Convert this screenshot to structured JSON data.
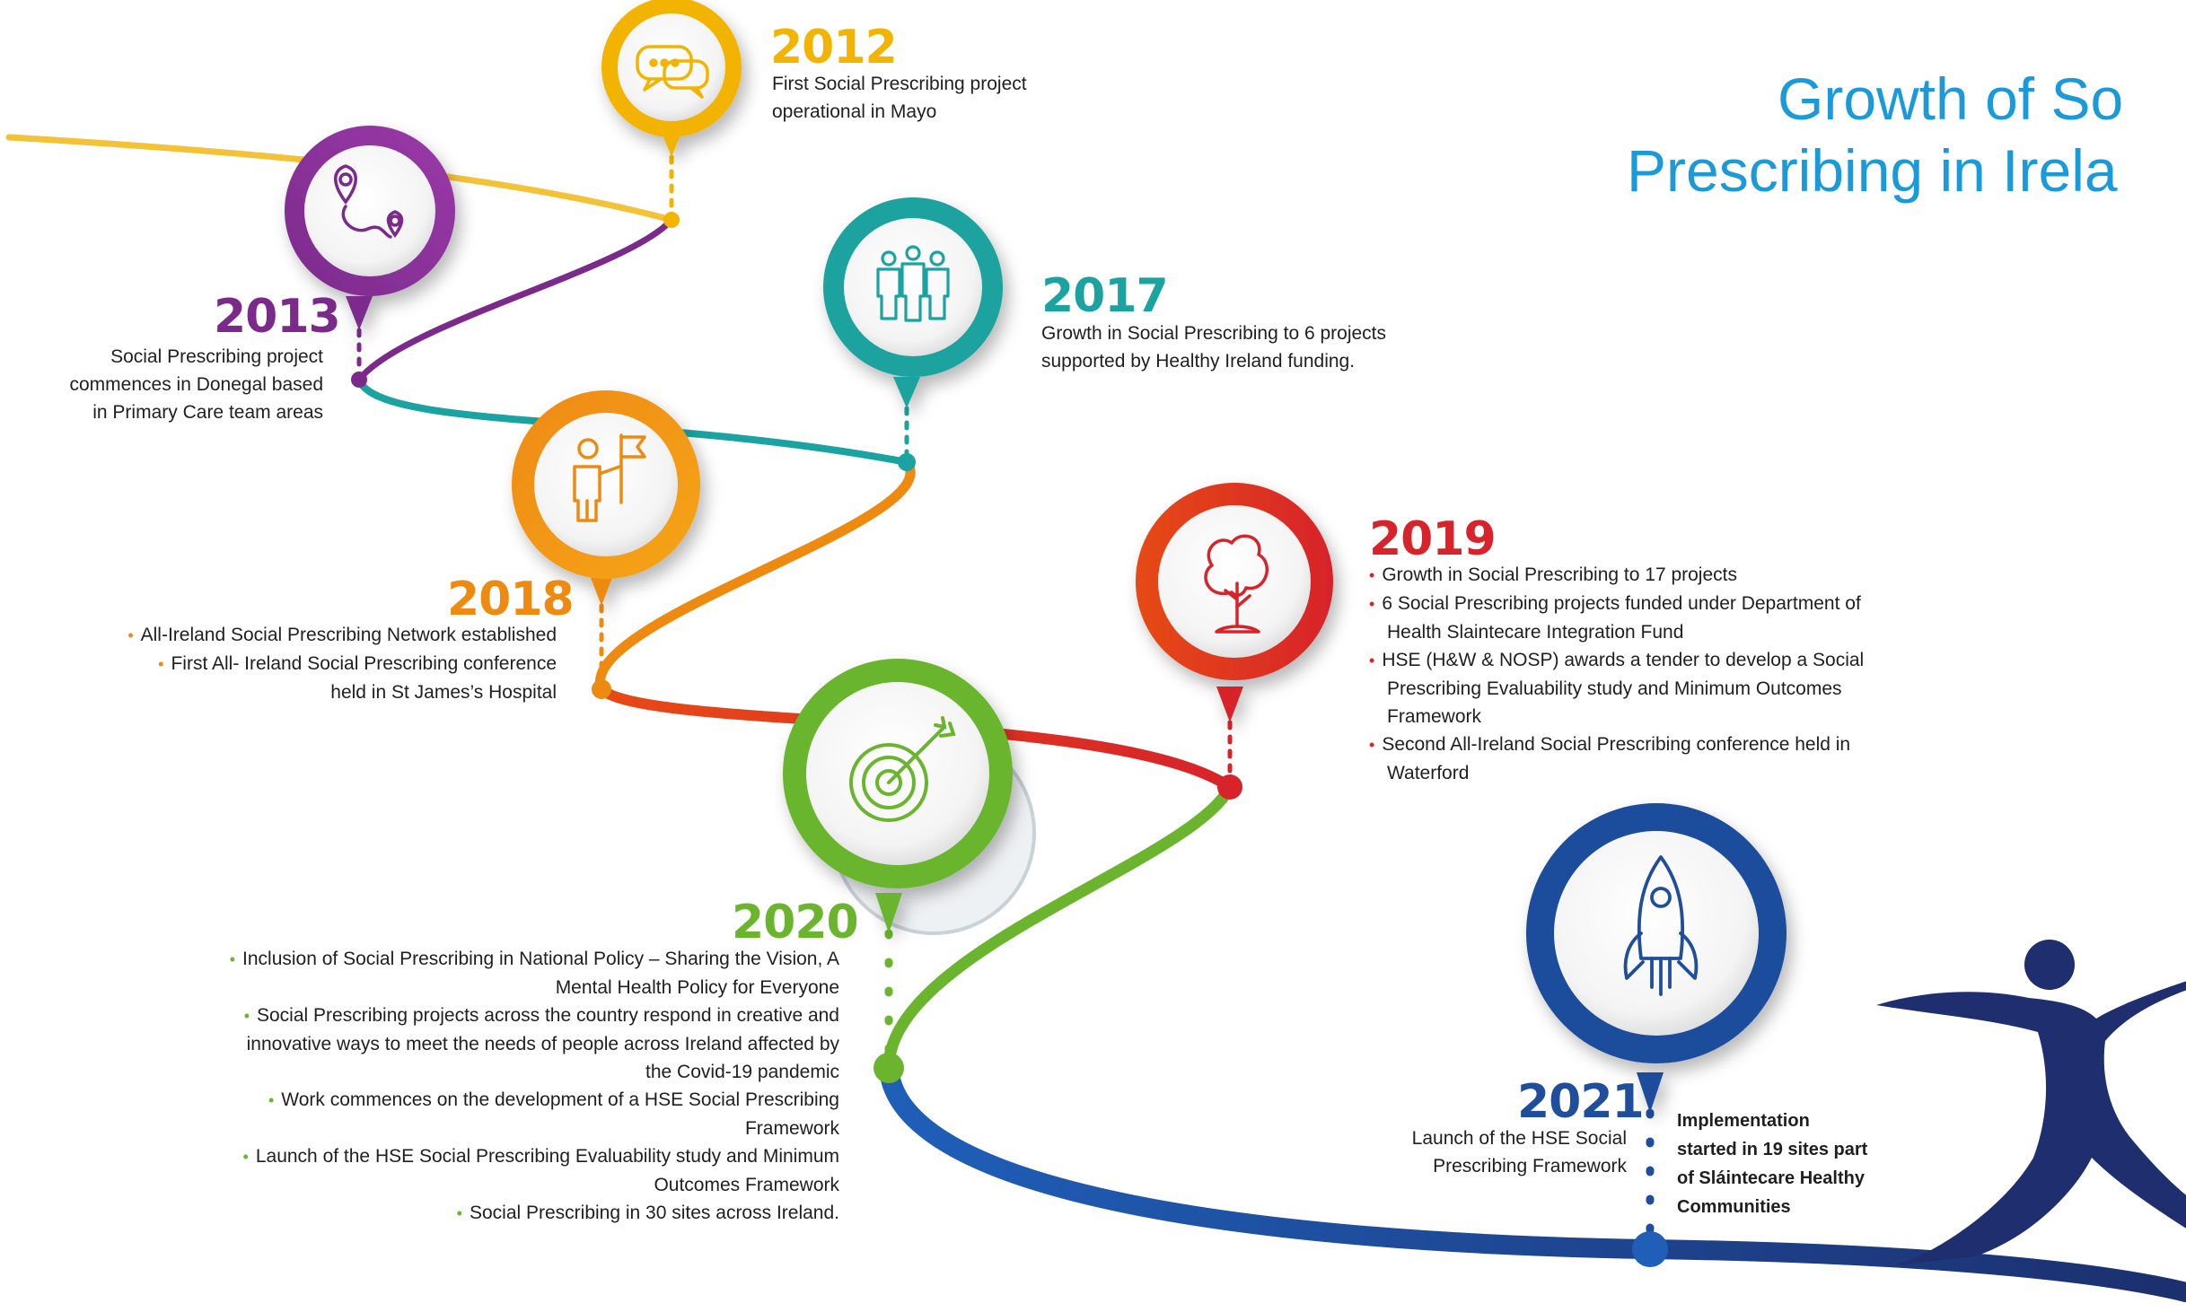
{
  "title": {
    "line1": "Growth of So",
    "line2": "Prescribing in Irela"
  },
  "colors": {
    "title": "#1a9ad9",
    "y2012": "#f2b400",
    "y2013": "#7b2a8c",
    "y2017": "#1aa3a0",
    "y2018": "#ee8a10",
    "y2019": "#d7232a",
    "y2020": "#6ab52d",
    "y2021": "#1f4e9c"
  },
  "milestones": {
    "m2012": {
      "year": "2012",
      "icon": "speech-bubbles-icon",
      "lines": [
        "First Social Prescribing project",
        "operational in Mayo"
      ]
    },
    "m2013": {
      "year": "2013",
      "icon": "map-route-icon",
      "lines": [
        "Social Prescribing project",
        "commences in Donegal based",
        "in Primary Care team areas"
      ]
    },
    "m2017": {
      "year": "2017",
      "icon": "group-of-people-icon",
      "lines": [
        "Growth in Social Prescribing to 6 projects",
        "supported by Healthy Ireland funding."
      ]
    },
    "m2018": {
      "year": "2018",
      "icon": "person-with-flag-icon",
      "bullets": [
        "All-Ireland Social Prescribing Network established",
        "First All- Ireland Social Prescribing conference held in St James’s Hospital"
      ]
    },
    "m2019": {
      "year": "2019",
      "icon": "tree-icon",
      "bullets": [
        "Growth in Social Prescribing to 17 projects",
        "6 Social Prescribing projects funded under Department of Health Slaintecare Integration Fund",
        "HSE (H&W & NOSP) awards a tender to  develop a Social Prescribing Evaluability study and Minimum Outcomes Framework",
        "Second All-Ireland Social Prescribing conference held in Waterford"
      ]
    },
    "m2020": {
      "year": "2020",
      "icon": "target-icon",
      "bullets": [
        "Inclusion of Social Prescribing in National Policy – Sharing the Vision, A Mental Health Policy for Everyone",
        "Social Prescribing projects across the country respond in creative and innovative ways to meet the needs of people across Ireland affected by the Covid-19 pandemic",
        "Work commences on the development of a HSE Social Prescribing Framework",
        "Launch of the HSE Social Prescribing Evaluability study and Minimum Outcomes Framework",
        "Social Prescribing in 30 sites across Ireland."
      ]
    },
    "m2021": {
      "year": "2021",
      "icon": "rocket-icon",
      "lines": [
        "Launch of the HSE Social",
        "Prescribing Framework"
      ],
      "note_lines": [
        "Implementation",
        "started in 19 sites part",
        "of Sláintecare Healthy",
        "Communities"
      ]
    }
  }
}
